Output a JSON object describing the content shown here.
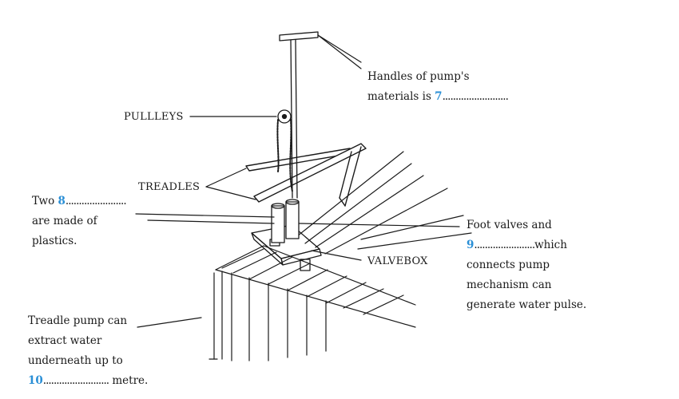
{
  "labels": {
    "handles": {
      "line1": "Handles of pump's",
      "line2_prefix": "materials is ",
      "number": "7",
      "blank": "........................."
    },
    "pulleys": "PULLLEYS",
    "treadles": "TREADLES",
    "cylinders": {
      "line1_prefix": "Two ",
      "number": "8",
      "blank": ".......................",
      "line2": "are made of",
      "line3": "plastics."
    },
    "foot_valves": {
      "line1": "Foot valves and",
      "number": "9",
      "blank": ".......................",
      "line2_suffix": "which",
      "line3": "connects pump",
      "line4": "mechanism can",
      "line5": "generate water pulse."
    },
    "valvebox": "VALVEBOX",
    "depth": {
      "line1": "Treadle pump can",
      "line2": "extract water",
      "line3": "underneath up to",
      "number": "10",
      "blank": ".........................",
      "suffix": " metre."
    }
  }
}
